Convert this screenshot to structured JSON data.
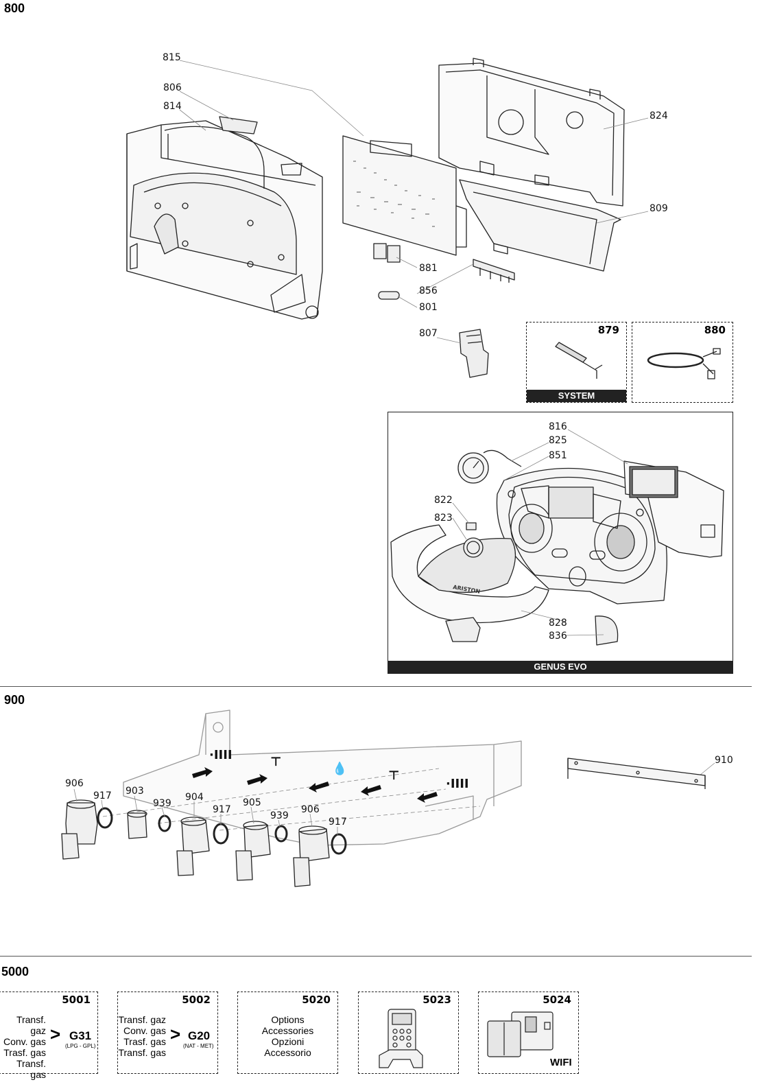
{
  "sections": {
    "s800": "800",
    "s900": "900",
    "s5000": "5000"
  },
  "parts_800": {
    "p815": "815",
    "p806": "806",
    "p814": "814",
    "p824": "824",
    "p809": "809",
    "p881": "881",
    "p856": "856",
    "p801": "801",
    "p807": "807"
  },
  "boxes": {
    "b879": "879",
    "b880": "880",
    "system_label": "SYSTEM",
    "genus_label": "GENUS EVO"
  },
  "parts_genus": {
    "p816": "816",
    "p825": "825",
    "p851": "851",
    "p822": "822",
    "p823": "823",
    "p828": "828",
    "p836": "836",
    "brand": "ARISTON"
  },
  "parts_900": {
    "p906a": "906",
    "p917a": "917",
    "p903": "903",
    "p939a": "939",
    "p904": "904",
    "p917b": "917",
    "p905": "905",
    "p939b": "939",
    "p906b": "906",
    "p917c": "917",
    "p910": "910"
  },
  "kits": {
    "k5001": {
      "num": "5001",
      "lines": [
        "Transf. gaz",
        "Conv. gas",
        "Trasf. gas",
        "Transf. gas"
      ],
      "gas": "G31",
      "sub": "(LPG - GPL)"
    },
    "k5002": {
      "num": "5002",
      "lines": [
        "Transf. gaz",
        "Conv. gas",
        "Trasf. gas",
        "Transf. gas"
      ],
      "gas": "G20",
      "sub": "(NAT - MET)"
    },
    "k5020": {
      "num": "5020",
      "lines": [
        "Options",
        "Accessories",
        "Opzioni",
        "Accessorio"
      ]
    },
    "k5023": {
      "num": "5023"
    },
    "k5024": {
      "num": "5024",
      "label": "WIFI"
    }
  }
}
